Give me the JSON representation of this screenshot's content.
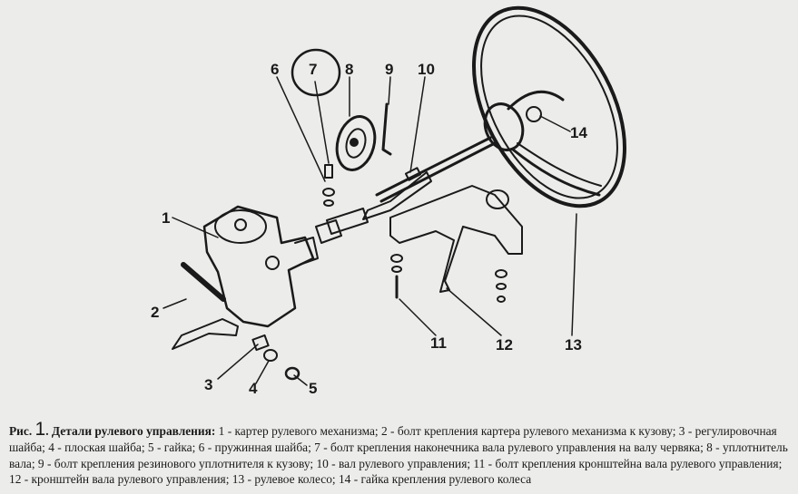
{
  "figure": {
    "part_labels": [
      "1",
      "2",
      "3",
      "4",
      "5",
      "6",
      "7",
      "8",
      "9",
      "10",
      "11",
      "12",
      "13",
      "14"
    ]
  },
  "caption": {
    "prefix": "Рис.",
    "number": "1",
    "title": ". Детали рулевого управления:",
    "text": " 1 - картер рулевого механизма; 2 - болт крепления картера рулевого механизма к кузову; 3 - регулировочная шайба; 4 - плоская шайба; 5 - гайка; 6 - пружинная шайба; 7 - болт крепления наконечника вала рулевого управления на валу червяка; 8 - уплотнитель вала; 9 - болт крепления резинового уплотнителя к кузову; 10 - вал рулевого управления; 11 - болт крепления кронштейна вала рулевого управления; 12 - кронштейн вала рулевого управления; 13 - рулевое колесо; 14 - гайка крепления рулевого колеса"
  },
  "colors": {
    "ink": "#1a1a1a",
    "paper": "#ececea"
  }
}
